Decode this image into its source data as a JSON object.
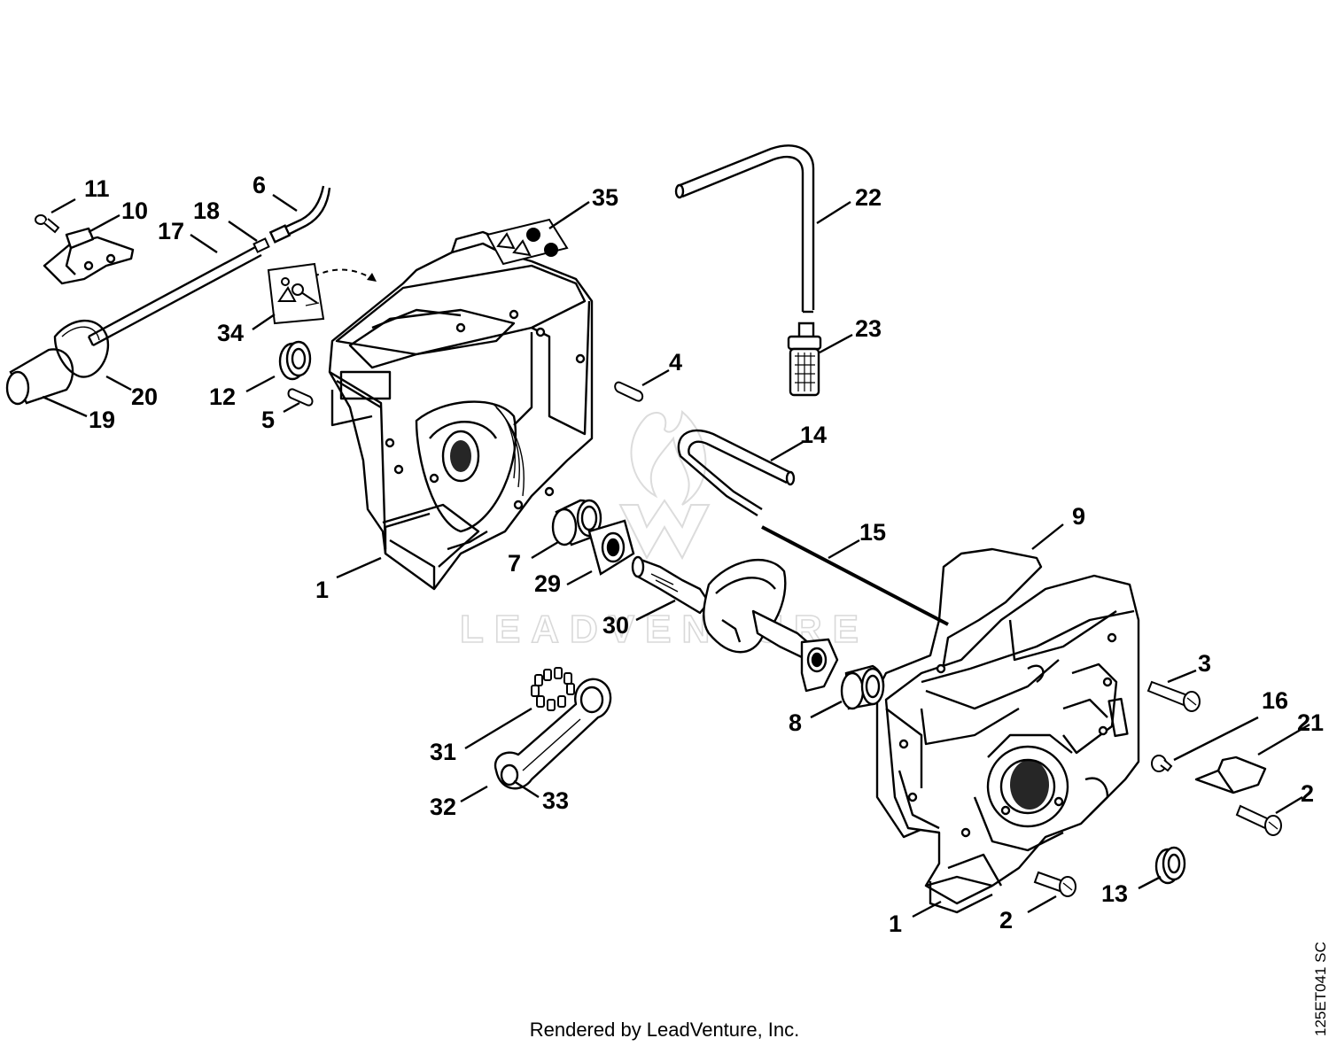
{
  "diagram": {
    "callouts": [
      {
        "id": "c11",
        "label": "11"
      },
      {
        "id": "c10",
        "label": "10"
      },
      {
        "id": "c17",
        "label": "17"
      },
      {
        "id": "c18",
        "label": "18"
      },
      {
        "id": "c6",
        "label": "6"
      },
      {
        "id": "c35",
        "label": "35"
      },
      {
        "id": "c22",
        "label": "22"
      },
      {
        "id": "c34",
        "label": "34"
      },
      {
        "id": "c12",
        "label": "12"
      },
      {
        "id": "c20",
        "label": "20"
      },
      {
        "id": "c19",
        "label": "19"
      },
      {
        "id": "c5",
        "label": "5"
      },
      {
        "id": "c4",
        "label": "4"
      },
      {
        "id": "c23",
        "label": "23"
      },
      {
        "id": "c14",
        "label": "14"
      },
      {
        "id": "c9",
        "label": "9"
      },
      {
        "id": "c15",
        "label": "15"
      },
      {
        "id": "c7",
        "label": "7"
      },
      {
        "id": "c29",
        "label": "29"
      },
      {
        "id": "c1a",
        "label": "1"
      },
      {
        "id": "c30",
        "label": "30"
      },
      {
        "id": "c3",
        "label": "3"
      },
      {
        "id": "c16",
        "label": "16"
      },
      {
        "id": "c21",
        "label": "21"
      },
      {
        "id": "c8",
        "label": "8"
      },
      {
        "id": "c31",
        "label": "31"
      },
      {
        "id": "c32",
        "label": "32"
      },
      {
        "id": "c33",
        "label": "33"
      },
      {
        "id": "c2a",
        "label": "2"
      },
      {
        "id": "c13",
        "label": "13"
      },
      {
        "id": "c1b",
        "label": "1"
      },
      {
        "id": "c2b",
        "label": "2"
      }
    ],
    "watermark": "LEADVENTURE",
    "drawing_code": "125ET041 SC",
    "footer": "Rendered by LeadVenture, Inc."
  }
}
